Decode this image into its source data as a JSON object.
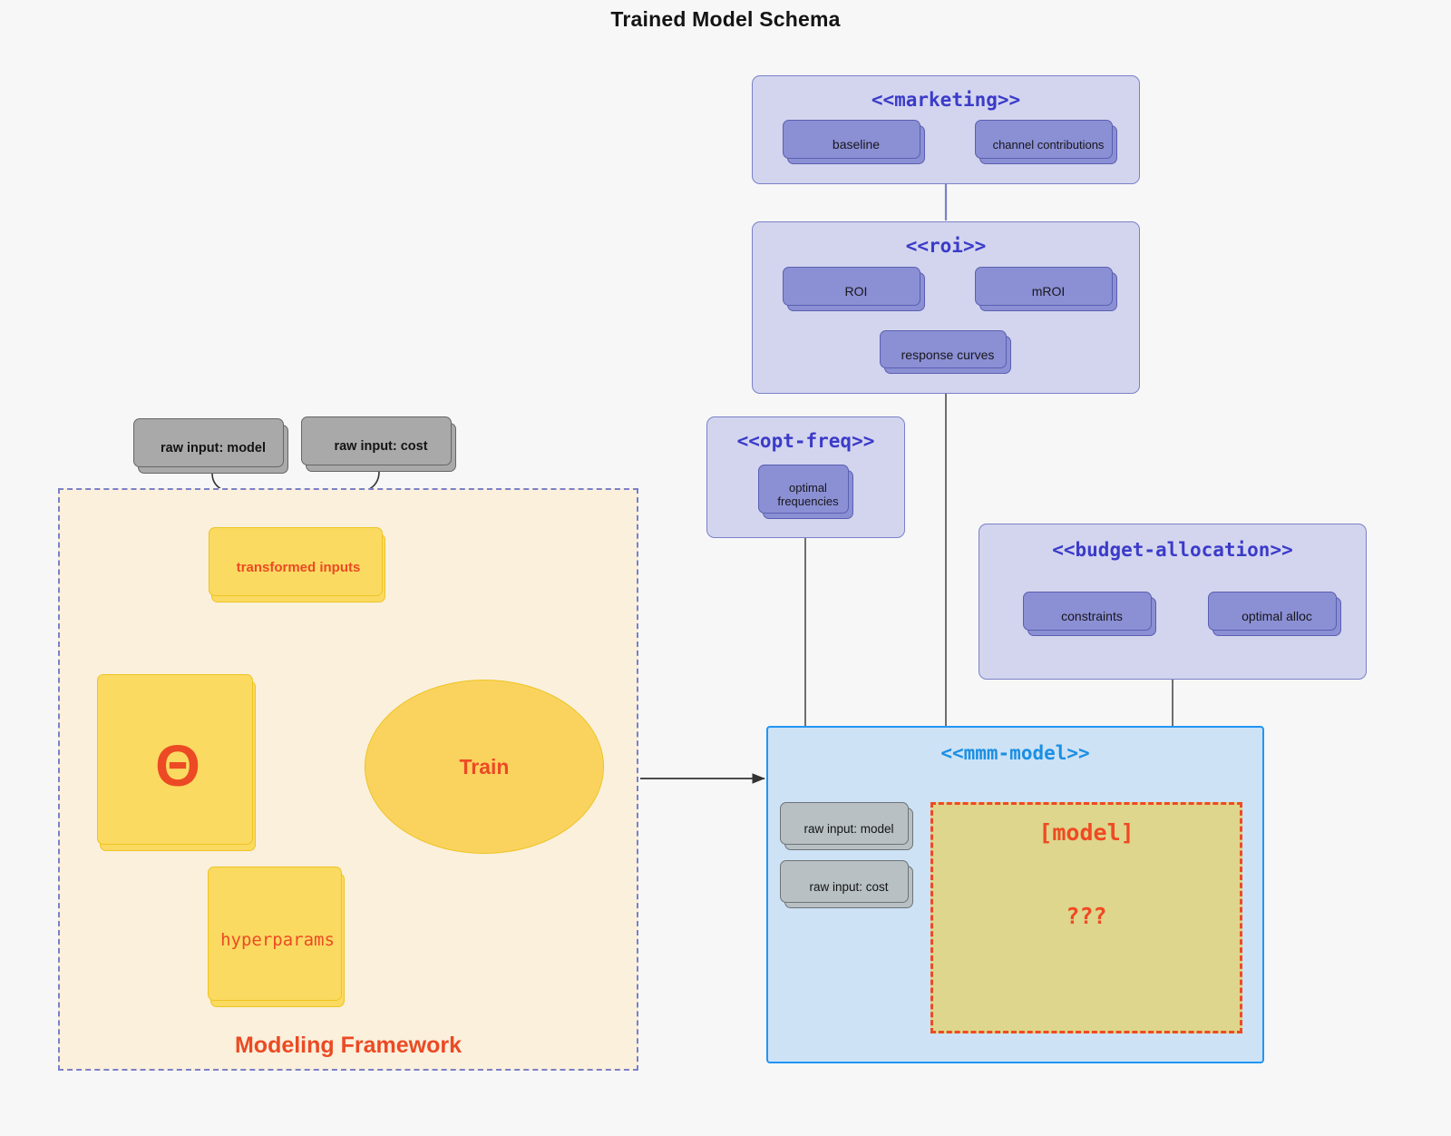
{
  "title": "Trained Model Schema",
  "framework": {
    "label": "Modeling Framework",
    "raw_inputs": [
      {
        "label": "raw input: model"
      },
      {
        "label": "raw input: cost"
      }
    ],
    "transformed_inputs": {
      "label": "transformed inputs"
    },
    "theta": {
      "label": "Θ"
    },
    "hyperparams": {
      "label": "hyperparams"
    },
    "train": {
      "label": "Train"
    }
  },
  "packages": [
    {
      "name": "marketing",
      "title": "<<marketing>>",
      "nodes": [
        {
          "label": "baseline"
        },
        {
          "label": "channel contributions"
        }
      ]
    },
    {
      "name": "roi",
      "title": "<<roi>>",
      "nodes": [
        {
          "label": "ROI"
        },
        {
          "label": "mROI"
        },
        {
          "label": "response curves"
        }
      ]
    },
    {
      "name": "opt-freq",
      "title": "<<opt-freq>>",
      "nodes": [
        {
          "label": "optimal\nfrequencies"
        }
      ]
    },
    {
      "name": "budget-allocation",
      "title": "<<budget-allocation>>",
      "nodes": [
        {
          "label": "constraints"
        },
        {
          "label": "optimal alloc"
        }
      ]
    }
  ],
  "mmm_model": {
    "title": "<<mmm-model>>",
    "raw_inputs": [
      {
        "label": "raw input: model"
      },
      {
        "label": "raw input: cost"
      }
    ],
    "placeholder": {
      "model_label": "[model]",
      "unknown_label": "???"
    }
  },
  "colors": {
    "background": "#f7f7f7",
    "package_fill": "#d3d5ee",
    "package_border": "#7b80c8",
    "package_title": "#3b3bc9",
    "pnode_fill": "#8b8fd4",
    "pnode_border": "#5a5fb0",
    "gray_fill": "#a9a9a9",
    "gray_border": "#666666",
    "yellow_fill": "#fada61",
    "yellow_border": "#eec422",
    "accent_red": "#ec4a24",
    "mmm_fill": "#cde2f5",
    "mmm_border": "#2196f3",
    "placeholder_fill": "#ddd68c",
    "framework_fill": "#faf0dc"
  }
}
